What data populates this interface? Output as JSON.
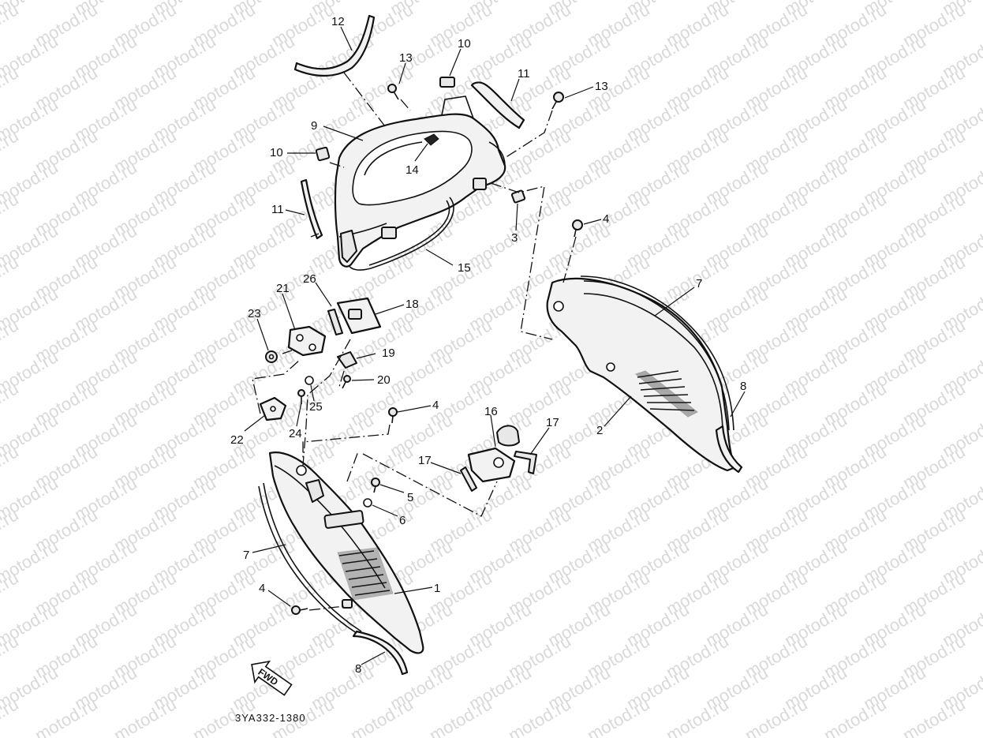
{
  "watermark": {
    "text": "motod.ru",
    "color": "#d9d9d9"
  },
  "drawing_code": "3YA332-1380",
  "fwd_label": "FWD",
  "callouts": {
    "c12": "12",
    "c10a": "10",
    "c13a": "13",
    "c11a": "11",
    "c13b": "13",
    "c9": "9",
    "c10b": "10",
    "c14": "14",
    "c11b": "11",
    "c3": "3",
    "c4a": "4",
    "c15": "15",
    "c7a": "7",
    "c26": "26",
    "c21": "21",
    "c18": "18",
    "c23": "23",
    "c19": "19",
    "c20": "20",
    "c8a": "8",
    "c25": "25",
    "c4b": "4",
    "c2": "2",
    "c22": "22",
    "c24": "24",
    "c16": "16",
    "c17a": "17",
    "c17b": "17",
    "c5": "5",
    "c6": "6",
    "c7b": "7",
    "c1": "1",
    "c4c": "4",
    "c8b": "8"
  }
}
